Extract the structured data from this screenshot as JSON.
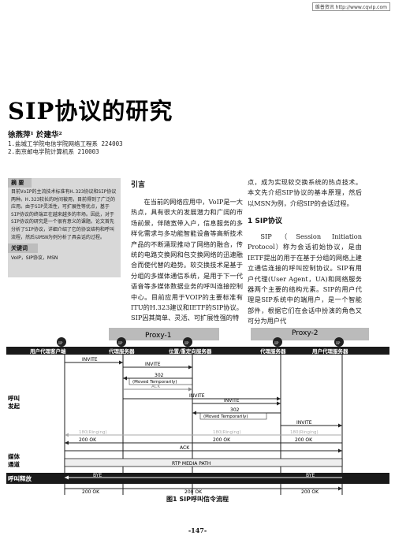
{
  "watermark": "维普资讯 http://www.cqvip.com",
  "title": "SIP协议的研究",
  "authors": "徐燕萍¹ 於建华²",
  "affiliations": [
    "1.盐城工学院电信学院网络工程系 224003",
    "2.南京邮电学院计算机系 210003"
  ],
  "abstract": {
    "heading": "摘 要",
    "text": "目前VoIP的主流技术标准有H.323协议和SIP协议两种。H.323较长的时间被用，目前得到了广泛的应用。由于SIP灵活性，可扩展性等优点，基于SIP协议的终端正在越来越多的市场。因此，对于SIP协议的研究是一个很有意义的课题。论文首先分析了SIP协议，详细介绍了它的协议结构和呼叫流程，然后以MSN为例分析了具会话的过程。",
    "kw_heading": "关键词",
    "keywords": "VoIP，SIP协议，MSN"
  },
  "col1": {
    "heading": "引言",
    "text": "在当前的网络应用中，VoIP是一大热点，具有很大的发展潜力和广阔的市场前景，伴随宽带入户，信息服务的多样化需求与多功能智能设备等高新技术产品的不断涌现推动了网络的融合，传统的电路交换网和包交换网络的迅速融合而使代替的趋势。软交换技术是基于分组的多媒体通信系统，是用于下一代语音等多媒体数据业务的呼叫连接控制中心。目前应用于VOIP的主要标准有ITU的H.323建议和IETF的SIP协议。SIP因其简单、灵活、可扩展性强的特"
  },
  "col2": {
    "intro": "点，成为实现软交换系统的热点技术。本文先介绍SIP协议的基本原理，然后以MSN为例，介绍SIP的会话过程。",
    "heading": "1 SIP协议",
    "text": "SIP（Session Initiation Protocol）称为会话初始协议，是由IETF提出的用于在基于分组的网络上建立通信连接的呼叫控制协议。SIP有用户代理(User Agent，UA)和网络服务器两个主要的结构元素。SIP的用户代理是SIP系统中的端用户，是一个智能部件，根据它们在会话中扮演的角色又可分为用户代"
  },
  "figure": {
    "entities": [
      "用户代理客户端",
      "代理服务器",
      "位置/重定向服务器",
      "代理服务器",
      "用户代理服务器"
    ],
    "proxy_labels": [
      "Proxy-1",
      "Proxy-2"
    ],
    "ip_label": "IP",
    "phase_labels": [
      "呼叫\n发起",
      "媒体\n通道",
      "呼叫\n释放"
    ],
    "msgs": {
      "invite": "INVITE",
      "e302": "302",
      "moved": "(Moved Temporarily)",
      "ack": "ACK",
      "ringing": "180(Ringing)",
      "ok": "200 OK",
      "rtp": "RTP MEDIA PATH",
      "bye": "BYE"
    },
    "caption": "图1 SIP呼叫信令流程"
  },
  "page_number": "-147-"
}
